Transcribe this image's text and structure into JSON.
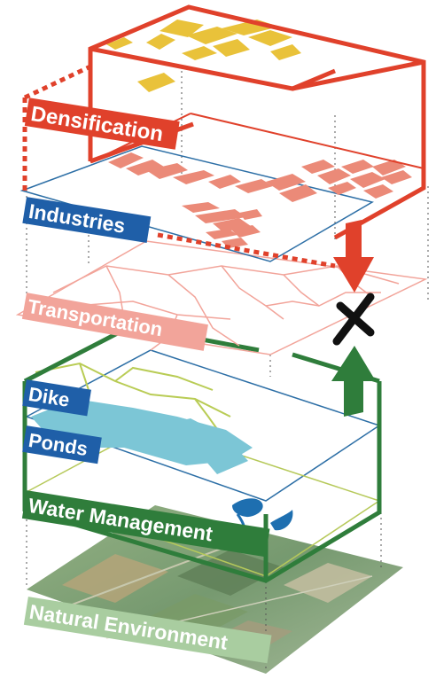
{
  "layers": {
    "densification": "Densification",
    "industries": "Industries",
    "transportation": "Transportation",
    "dike": "Dike",
    "ponds": "Ponds",
    "water_management": "Water Management",
    "natural_environment": "Natural Environment"
  },
  "colors": {
    "densification": "#e0412b",
    "industries": "#1f5fa8",
    "transportation": "#f2a49a",
    "water": "#2f7d3b",
    "natural": "#a9cda0",
    "building_yellow": "#e9c23a",
    "building_red": "#eb8a78",
    "ponds": "#7cc6d6"
  },
  "icons": [
    "arrow-down-icon",
    "arrow-up-icon",
    "cross-icon"
  ]
}
